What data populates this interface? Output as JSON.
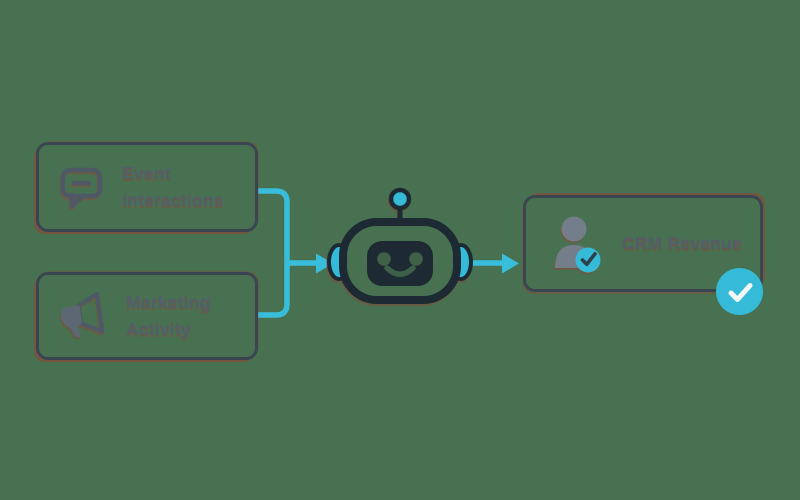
{
  "canvas": {
    "background": "#477150"
  },
  "palette": {
    "box_outline": "#3A4551",
    "robot_dark": "#1E2A33",
    "label_gray": "#545E6B",
    "icon_slate": "#4E5866",
    "person_gray": "#737E8A",
    "accent_cyan": "#35BBD8",
    "misprint_red": "#A5372D",
    "check_white": "#F4F8F7"
  },
  "diagram": {
    "inputs": [
      {
        "label": "Event Interactions",
        "icon": "chat-bubble-icon"
      },
      {
        "label": "Marketing Activity",
        "icon": "megaphone-icon"
      }
    ],
    "processor": {
      "icon": "robot-icon"
    },
    "connectors": [
      {
        "from": "inputs",
        "to": "processor",
        "type": "merged-arrow"
      },
      {
        "from": "processor",
        "to": "output",
        "type": "arrow"
      }
    ],
    "output": {
      "label": "CRM Revenue",
      "icon": "person-check-icon",
      "corner_badge": "check-circle-icon"
    }
  }
}
